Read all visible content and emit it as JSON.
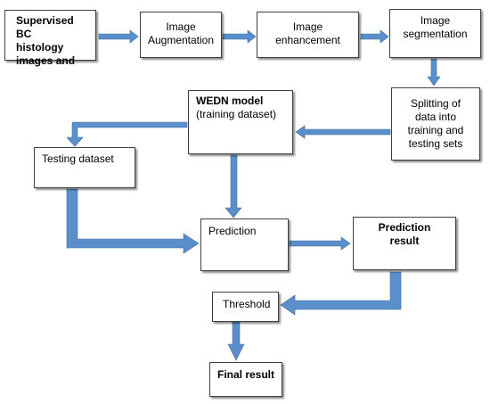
{
  "nodes": {
    "input": "Supervised BC\nhistology\nimages and",
    "augmentation": "Image\nAugmentation",
    "enhancement": "Image\nenhancement",
    "segmentation": "Image\nsegmentation",
    "splitting": "Splitting of\ndata into\ntraining and\ntesting sets",
    "wedn_title": "WEDN model",
    "wedn_sub": "(training dataset)",
    "testing": "Testing dataset",
    "prediction": "Prediction",
    "prediction_result": "Prediction\nresult",
    "threshold": "Threshold",
    "final_result": "Final result"
  },
  "colors": {
    "arrow": "#5b8fcb",
    "border": "#3f3f3f"
  }
}
